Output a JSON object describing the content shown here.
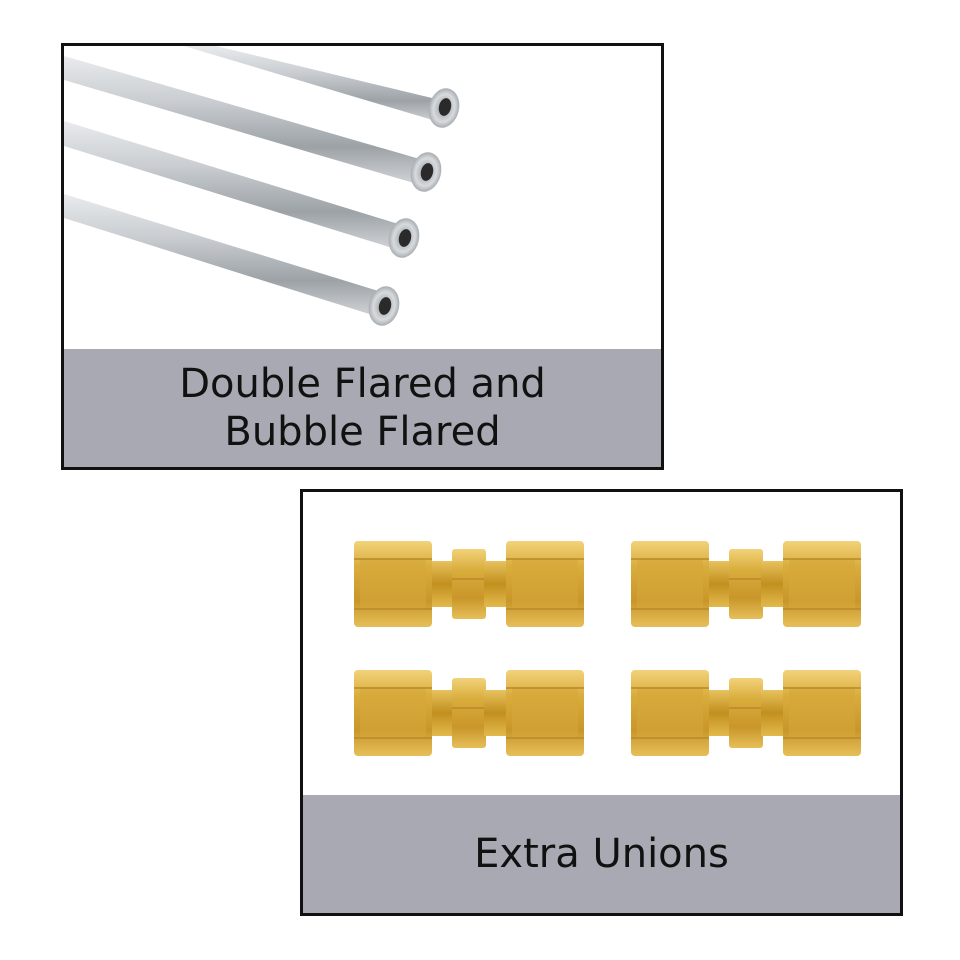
{
  "panels": [
    {
      "caption_lines": [
        "Double Flared and",
        "Bubble Flared"
      ],
      "image": "steel-brake-tubes-image",
      "caption_bg": "#a9a9b3"
    },
    {
      "caption_lines": [
        "Extra Unions"
      ],
      "image": "brass-union-fittings-image",
      "caption_bg": "#a9a9b3"
    }
  ],
  "colors": {
    "border": "#111111",
    "tube_steel": "#c4c8cc",
    "brass": "#d9ad3c"
  }
}
